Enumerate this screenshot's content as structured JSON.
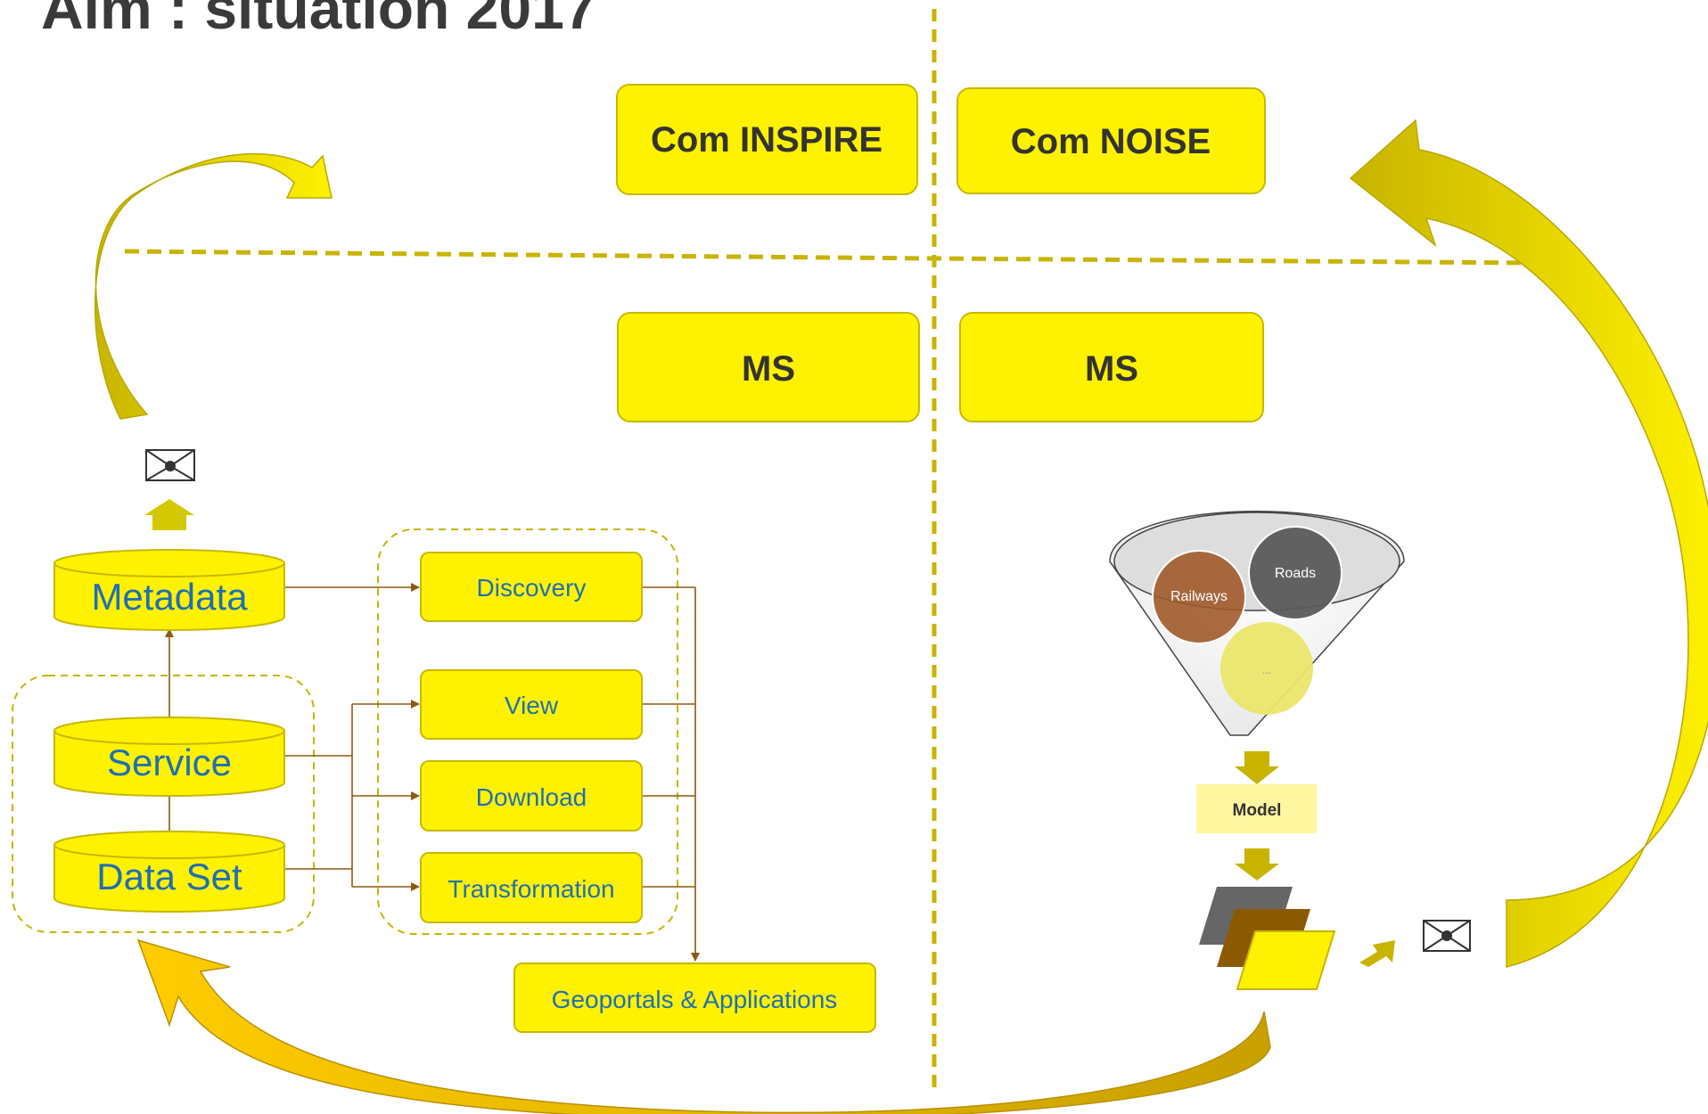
{
  "title": "Aim : situation 2017",
  "top_boxes": {
    "com_inspire": "Com INSPIRE",
    "com_noise": "Com NOISE"
  },
  "ms_boxes": {
    "ms_left": "MS",
    "ms_right": "MS"
  },
  "inspire": {
    "databases": {
      "metadata": "Metadata",
      "service": "Service",
      "data_set": "Data Set"
    },
    "services": {
      "discovery": "Discovery",
      "view": "View",
      "download": "Download",
      "transformation": "Transformation"
    },
    "geoportals": "Geoportals & Applications"
  },
  "noise": {
    "funnel_layers": {
      "railways": "Railways",
      "roads": "Roads",
      "other": "..."
    },
    "model": "Model"
  },
  "colors": {
    "box_fill": "#fff200",
    "box_stroke": "#c8b800",
    "text_blue": "#1f6fb4",
    "text_dark": "#333333",
    "connector": "#8b5a10",
    "big_arrow": "#d4c900",
    "dashed_line": "#c8b400"
  }
}
